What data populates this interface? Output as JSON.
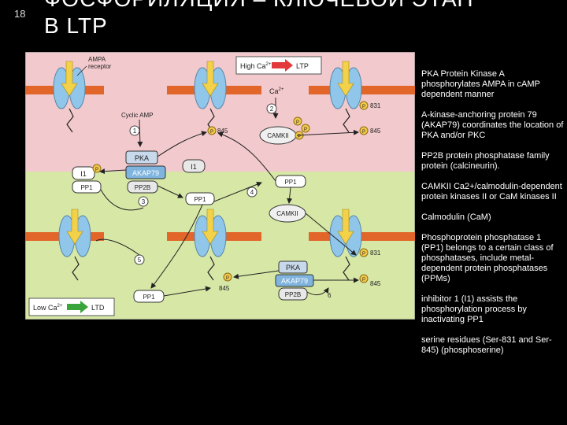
{
  "slide": {
    "number": "18",
    "title_line1": "ФОСФОРИЛЯЦИЯ – КЛЮЧЕВОЙ ЭТАП",
    "title_line2": "В LTP"
  },
  "colors": {
    "ltp_bg": "#f2c9cc",
    "ltd_bg": "#d6e7a6",
    "membrane": "#e2652a",
    "receptor": "#8fc6ea",
    "phospho": "#f3c84a",
    "pka_box": "#c9d9ec",
    "akap_box": "#7fb4de"
  },
  "diagram": {
    "high_ca_label": "High Ca",
    "high_ca_sup": "2+",
    "ltp_label": "LTP",
    "low_ca_label": "Low Ca",
    "low_ca_sup": "2+",
    "ltd_label": "LTD",
    "ampa_label": "AMPA",
    "receptor_label": "receptor",
    "cyclic_amp": "Cyclic AMP",
    "ca_label": "Ca",
    "ca_sup": "2+",
    "pka": "PKA",
    "akap79": "AKAP79",
    "i1": "I1",
    "pp1": "PP1",
    "pp2b": "PP2B",
    "camkii": "CAMKII",
    "p": "P",
    "site_831": "831",
    "site_845": "845",
    "step1": "1",
    "step2": "2",
    "step3": "3",
    "step4": "4",
    "step5": "5",
    "step6": "6"
  },
  "notes": [
    "PKA Protein Kinase A phosphorylates AMPA in cAMP dependent manner",
    "A-kinase-anchoring protein 79 (AKAP79) coordinates the location of PKA and/or PKC",
    "PP2B protein phosphatase family protein (calcineurin).",
    "CAMKII Ca2+/calmodulin-dependent protein kinases II or CaM kinases II",
    "Calmodulin (CaM)",
    "Phosphoprotein phosphatase 1 (PP1) belongs to a certain class of phosphatases, include metal-dependent protein phosphatases (PPMs)",
    "inhibitor 1 (I1) assists the phosphorylation process by inactivating PP1",
    "serine residues (Ser-831 and Ser-845) (phosphoserine)"
  ]
}
